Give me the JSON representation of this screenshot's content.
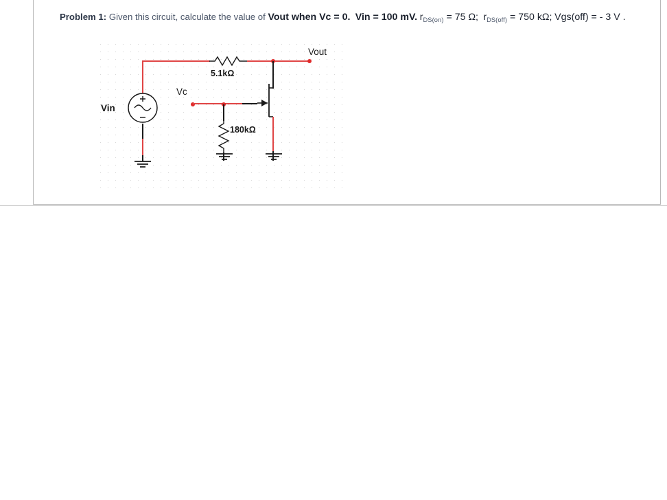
{
  "problem": {
    "label": "Problem 1",
    "colon": ":",
    "intro": " Given this circuit, calculate the value of ",
    "emph1": "Vout when Vc = 0.",
    "emph2": "Vin = 100 mV.",
    "r_on_sym": "r",
    "r_on_sub": "DS(on)",
    "r_on_val": " = 75 Ω;",
    "r_off_sym": "r",
    "r_off_sub": "DS(off)",
    "r_off_val": " = 750 kΩ;",
    "vgs": "Vgs(off) = - 3 V ."
  },
  "circuit": {
    "title": "jfet-switch-circuit",
    "labels": {
      "vin": "Vin",
      "vc": "Vc",
      "vout": "Vout",
      "r_drain": "5.1kΩ",
      "r_gate": "180kΩ"
    },
    "source": {
      "plus": "+",
      "minus": "−",
      "waveform": "ac-sine"
    },
    "colors": {
      "wire_red": "#e04545",
      "wire_black": "#1a1a1a",
      "node_dot": "#e02b2b",
      "grid_dot": "#d8d8d8"
    },
    "components": [
      {
        "name": "voltage-source-vin",
        "type": "ac-source"
      },
      {
        "name": "resistor-5k1",
        "type": "resistor",
        "value": "5.1kΩ",
        "orientation": "horizontal"
      },
      {
        "name": "resistor-180k",
        "type": "resistor",
        "value": "180kΩ",
        "orientation": "vertical"
      },
      {
        "name": "transistor-jfet",
        "type": "n-channel-jfet"
      },
      {
        "name": "ground-source",
        "type": "ground"
      },
      {
        "name": "ground-gate",
        "type": "ground"
      },
      {
        "name": "ground-source-terminal",
        "type": "ground"
      }
    ]
  }
}
